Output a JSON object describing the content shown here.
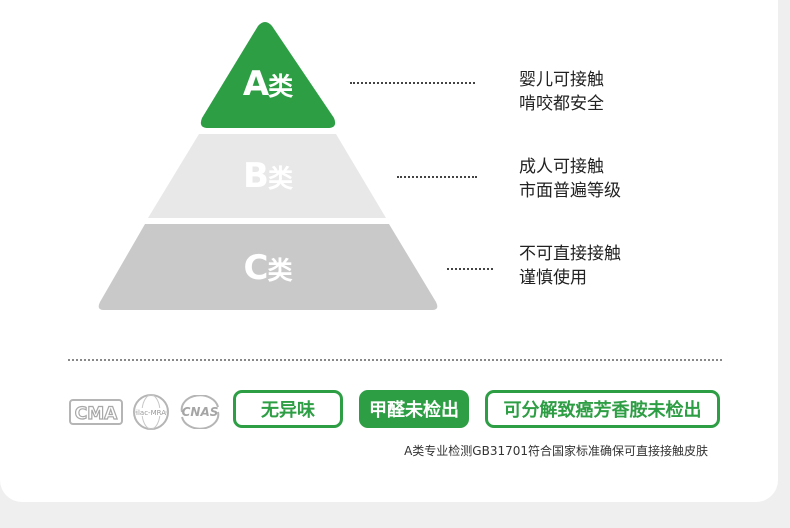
{
  "colors": {
    "accent": "#2e9e45",
    "tier_b": "#e8e8e8",
    "tier_c": "#c9c9c9"
  },
  "pyramid": {
    "tiers": [
      {
        "letter": "A",
        "suffix": "类",
        "lines": [
          "婴儿可接触",
          "啃咬都安全"
        ]
      },
      {
        "letter": "B",
        "suffix": "类",
        "lines": [
          "成人可接触",
          "市面普遍等级"
        ]
      },
      {
        "letter": "C",
        "suffix": "类",
        "lines": [
          "不可直接接触",
          "谨慎使用"
        ]
      }
    ]
  },
  "certs": {
    "cma": {
      "text": "CMA",
      "icon": "cma-logo"
    },
    "ilac": {
      "text": "ilac-MRA",
      "icon": "ilac-mra-logo"
    },
    "cnas": {
      "text": "CNAS",
      "icon": "cnas-logo"
    }
  },
  "badges": [
    "无异味",
    "甲醛未检出",
    "可分解致癌芳香胺未检出"
  ],
  "footnote": "A类专业检测GB31701符合国家标准确保可直接接触皮肤"
}
